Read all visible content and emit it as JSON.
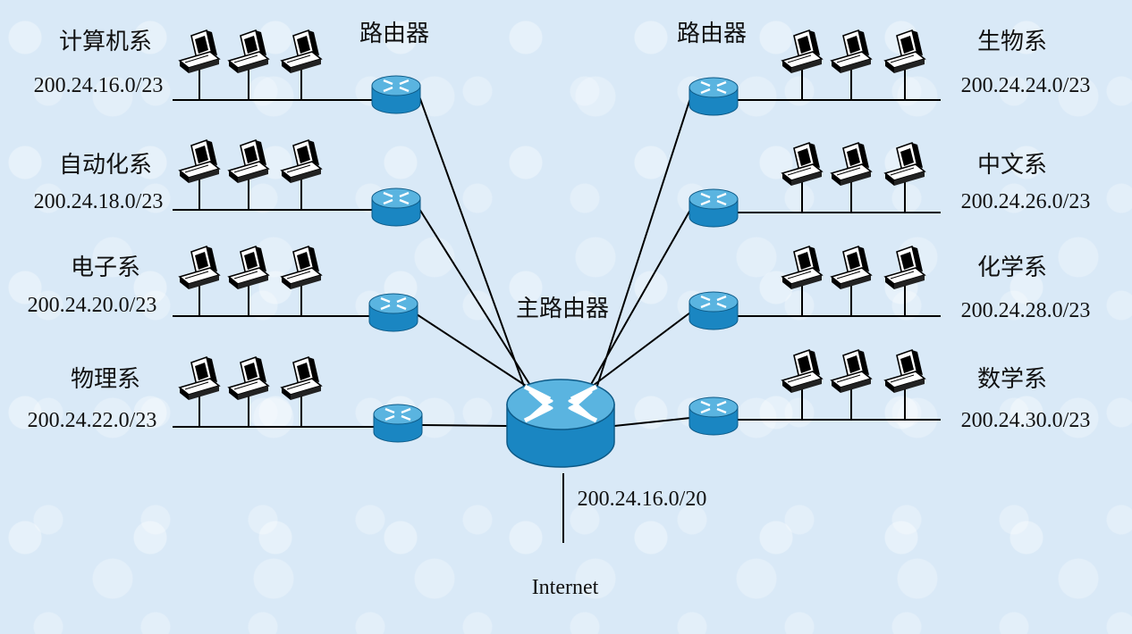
{
  "router_label_left": "路由器",
  "router_label_right": "路由器",
  "main_router_label": "主路由器",
  "uplink_network": "200.24.16.0/20",
  "internet_label": "Internet",
  "departments_left": [
    {
      "name": "计算机系",
      "network": "200.24.16.0/23"
    },
    {
      "name": "自动化系",
      "network": "200.24.18.0/23"
    },
    {
      "name": "电子系",
      "network": "200.24.20.0/23"
    },
    {
      "name": "物理系",
      "network": "200.24.22.0/23"
    }
  ],
  "departments_right": [
    {
      "name": "生物系",
      "network": "200.24.24.0/23"
    },
    {
      "name": "中文系",
      "network": "200.24.26.0/23"
    },
    {
      "name": "化学系",
      "network": "200.24.28.0/23"
    },
    {
      "name": "数学系",
      "network": "200.24.30.0/23"
    }
  ],
  "colors": {
    "router_top": "#5ab4e0",
    "router_side": "#1a86c2",
    "background": "#d9e9f7"
  },
  "icons": {
    "router": "router-icon",
    "main_router": "main-router-icon",
    "computer": "computer-icon"
  }
}
